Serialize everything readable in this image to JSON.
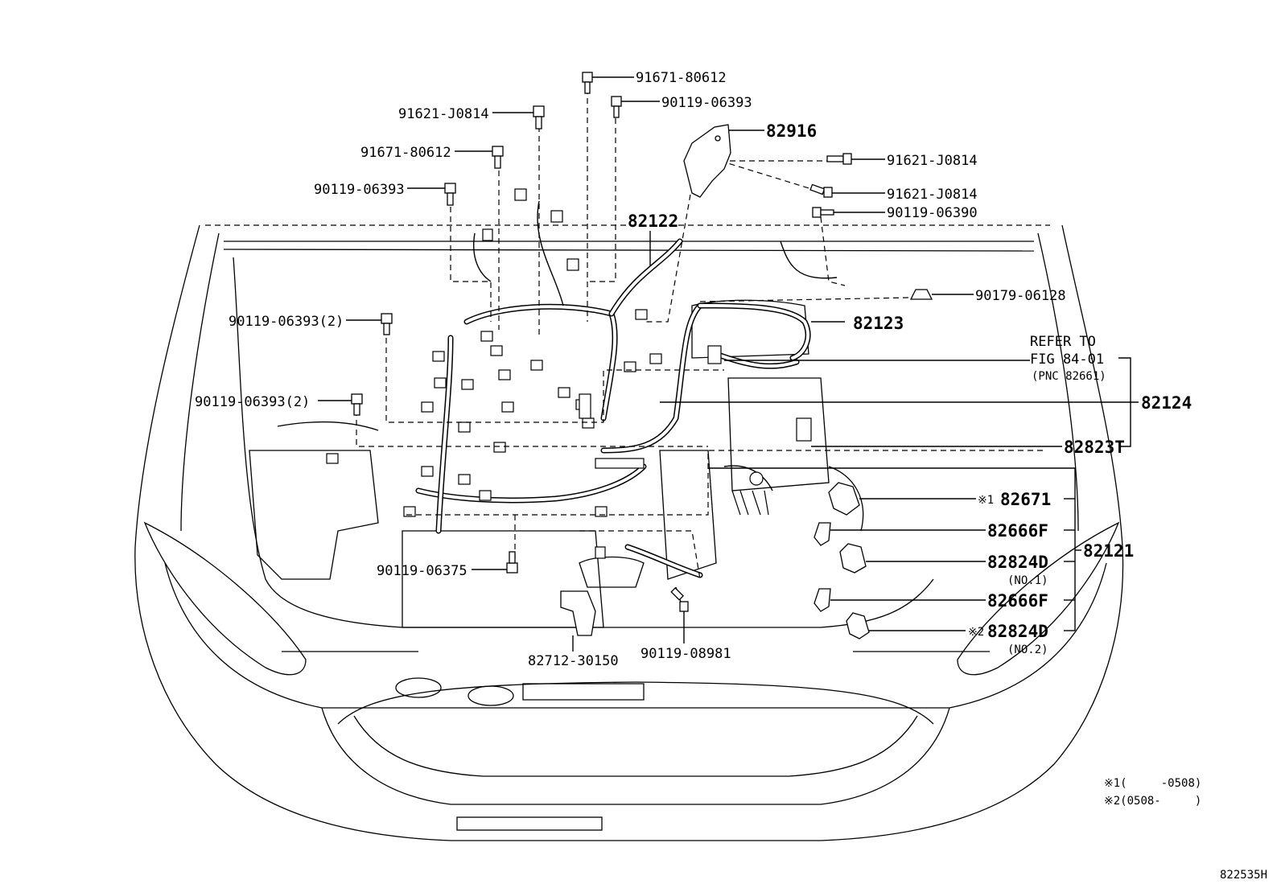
{
  "diagram": {
    "labels": {
      "p91671_top": "91671-80612",
      "p90119_06393_top": "90119-06393",
      "p91621_left": "91621-J0814",
      "p82916": "82916",
      "p91671_left": "91671-80612",
      "p91621_right1": "91621-J0814",
      "p90119_06393_left": "90119-06393",
      "p91621_right2": "91621-J0814",
      "p90119_06390": "90119-06390",
      "p82122": "82122",
      "p90179_06128": "90179-06128",
      "p90119_06393_2a": "90119-06393(2)",
      "p82123": "82123",
      "refer_line1": "REFER TO",
      "refer_line2": "FIG 84-01",
      "refer_line3": "(PNC 82661)",
      "p90119_06393_2b": "90119-06393(2)",
      "p82124": "82124",
      "p82823T": "82823T",
      "p82671_mark": "※1",
      "p82671": "82671",
      "p82666F_1": "82666F",
      "p82121": "82121",
      "p90119_06375": "90119-06375",
      "p82824D_1": "82824D",
      "p82824D_1_sub": "(NO.1)",
      "p82666F_2": "82666F",
      "p82824D_2_mark": "※2",
      "p82824D_2": "82824D",
      "p82824D_2_sub": "(NO.2)",
      "p90119_08981": "90119-08981",
      "p82712_30150": "82712-30150"
    },
    "footnotes": {
      "note1": "※1(     -0508)",
      "note2": "※2(0508-     )"
    },
    "figure_id": "822535H"
  }
}
